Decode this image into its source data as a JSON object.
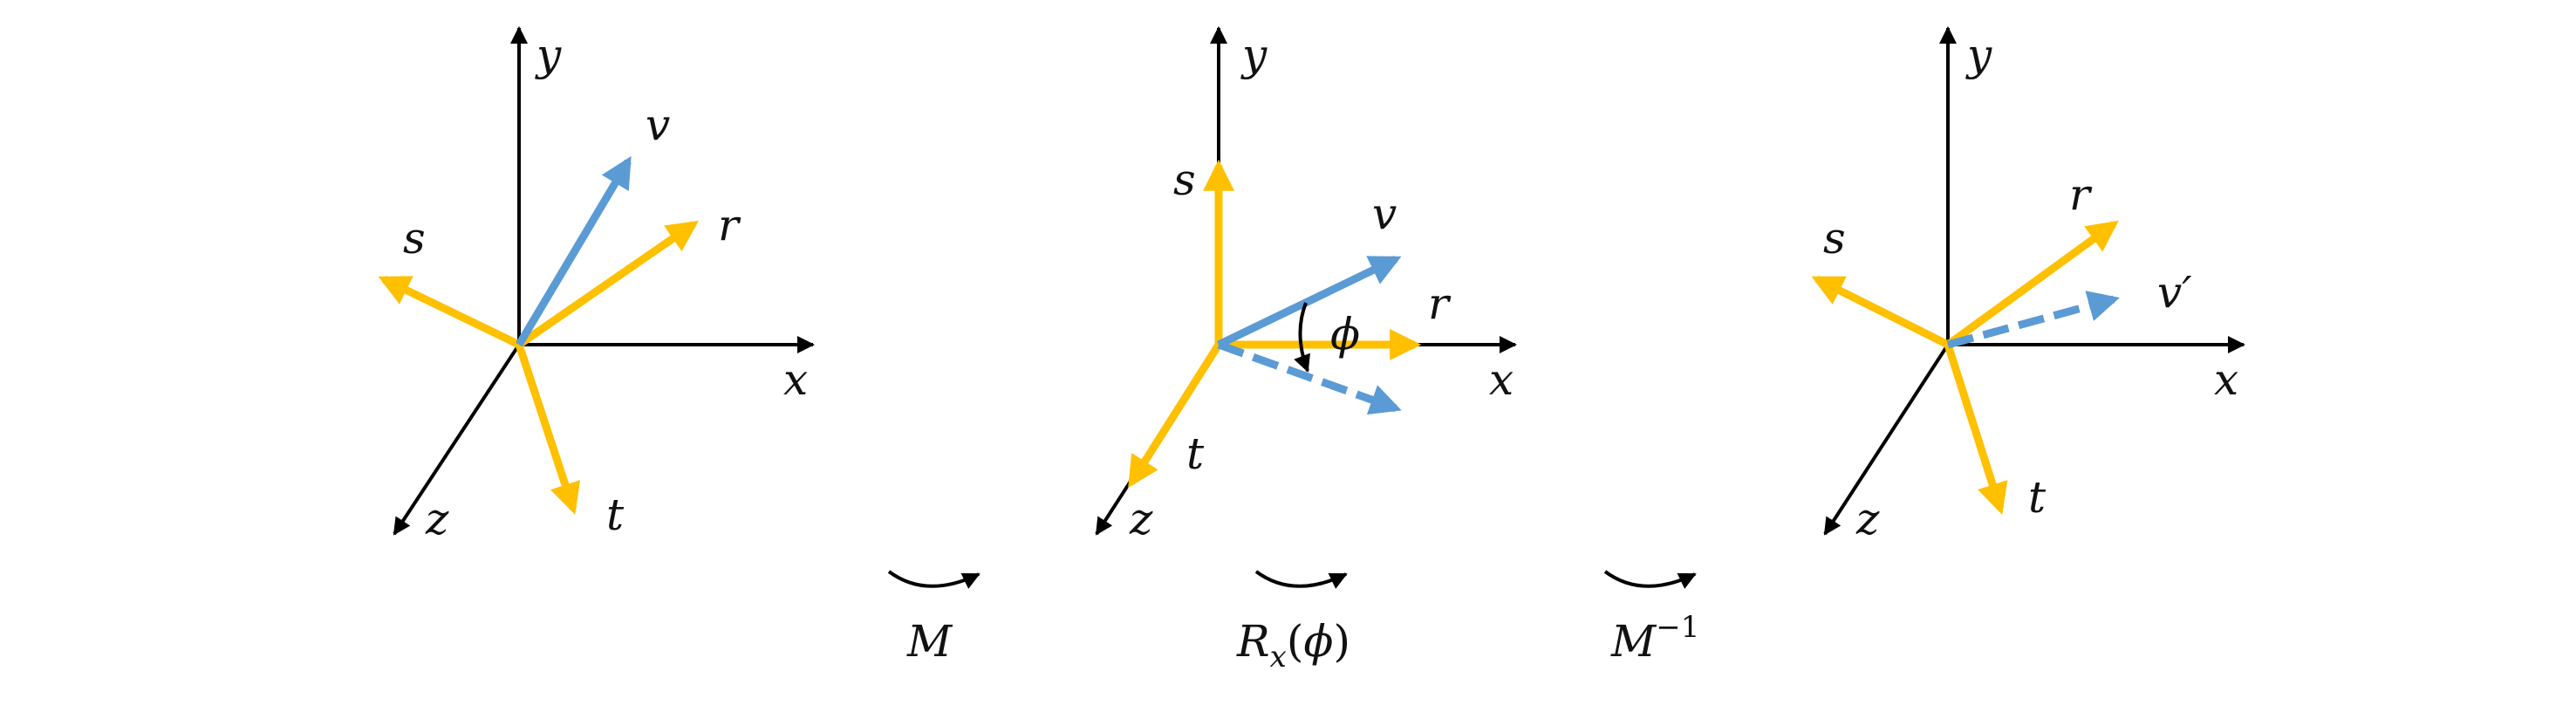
{
  "colors": {
    "axis": "#000000",
    "frame": "#FFC000",
    "vector": "#5B9BD5",
    "background": "#FFFFFF"
  },
  "panels": [
    {
      "axes": {
        "x": "x",
        "y": "y",
        "z": "z"
      },
      "frame": {
        "r": "r",
        "s": "s",
        "t": "t"
      },
      "vector": "v"
    },
    {
      "axes": {
        "x": "x",
        "y": "y",
        "z": "z"
      },
      "frame": {
        "r": "r",
        "s": "s",
        "t": "t"
      },
      "vector": "v",
      "angle": "ϕ"
    },
    {
      "axes": {
        "x": "x",
        "y": "y",
        "z": "z"
      },
      "frame": {
        "r": "r",
        "s": "s",
        "t": "t"
      },
      "vector": "v′"
    }
  ],
  "transforms": {
    "m": "M",
    "rx_base": "R",
    "rx_sub": "x",
    "rx_open": "(",
    "rx_arg": "ϕ",
    "rx_close": ")",
    "minv_base": "M",
    "minv_sup": "−1"
  }
}
